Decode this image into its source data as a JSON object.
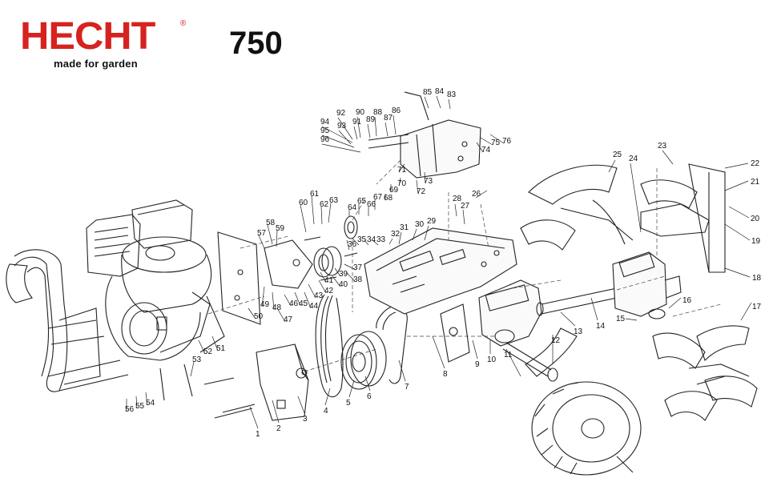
{
  "header": {
    "brand": "HECHT",
    "registered_mark": "®",
    "tagline": "made for garden",
    "model": "750"
  },
  "callouts": [
    "1",
    "2",
    "3",
    "4",
    "5",
    "6",
    "7",
    "8",
    "9",
    "10",
    "11",
    "12",
    "13",
    "14",
    "15",
    "16",
    "17",
    "18",
    "19",
    "20",
    "21",
    "22",
    "23",
    "24",
    "25",
    "26",
    "27",
    "28",
    "29",
    "30",
    "31",
    "32",
    "33",
    "34",
    "35",
    "36",
    "37",
    "38",
    "39",
    "40",
    "41",
    "42",
    "43",
    "44",
    "45",
    "46",
    "47",
    "48",
    "49",
    "50",
    "51",
    "52",
    "53",
    "54",
    "55",
    "56",
    "57",
    "58",
    "59",
    "60",
    "61",
    "62",
    "63",
    "64",
    "65",
    "66",
    "67",
    "68",
    "69",
    "70",
    "71",
    "72",
    "73",
    "74",
    "75",
    "76",
    "83",
    "84",
    "85",
    "86",
    "87",
    "88",
    "89",
    "90",
    "91",
    "92",
    "93",
    "94",
    "95",
    "96"
  ],
  "colors": {
    "brand_red": "#d6231f",
    "ink": "#222222"
  }
}
